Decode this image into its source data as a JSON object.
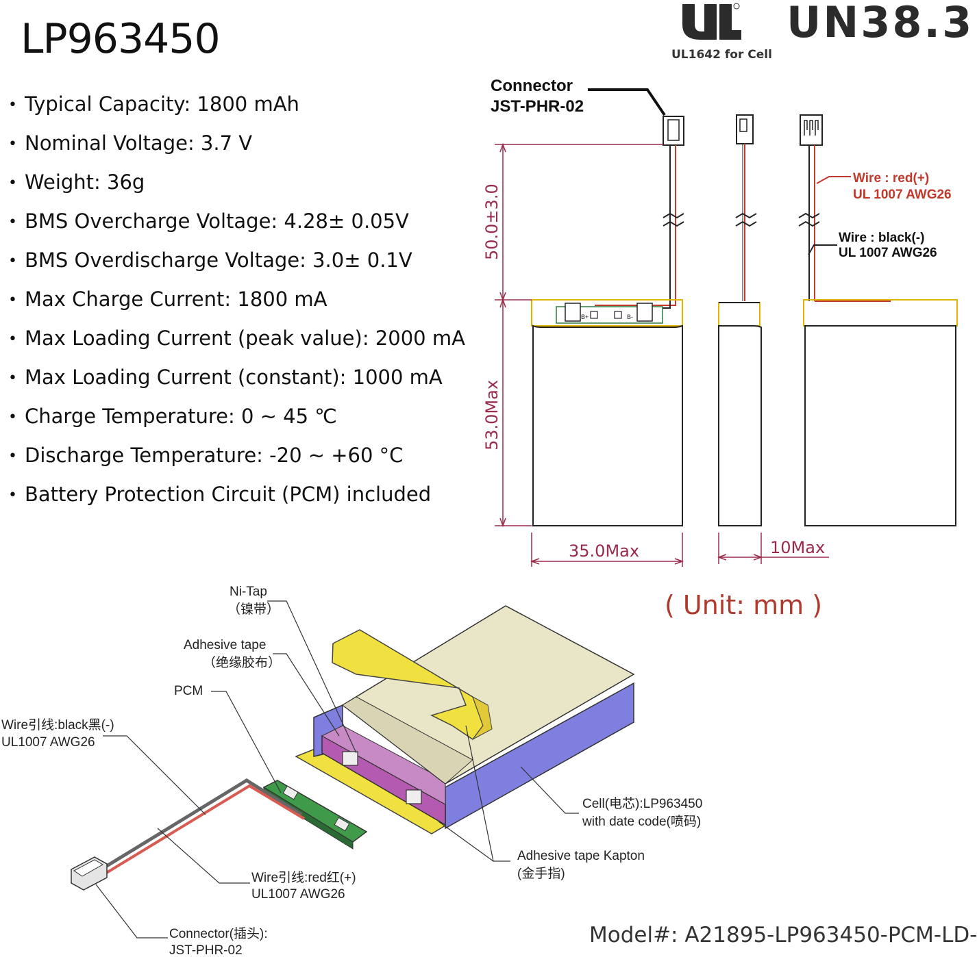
{
  "title": "LP963450",
  "specs": [
    "Typical Capacity: 1800 mAh",
    "Nominal Voltage: 3.7 V",
    "Weight: 36g",
    "BMS Overcharge Voltage: 4.28± 0.05V",
    "BMS Overdischarge Voltage: 3.0± 0.1V",
    "Max Charge Current: 1800 mA",
    "Max Loading Current (peak value): 2000 mA",
    "Max Loading Current (constant): 1000 mA",
    "Charge Temperature: 0 ~ 45 ℃",
    "Discharge Temperature: -20 ~ +60 °C",
    "Battery Protection Circuit (PCM) included"
  ],
  "certs": {
    "un": "UN38.3",
    "ul_note": "UL1642 for Cell"
  },
  "drawing": {
    "connector_label_1": "Connector",
    "connector_label_2": "JST-PHR-02",
    "dim_lead": "50.0±3.0",
    "dim_height": "53.0Max",
    "dim_width": "35.0Max",
    "dim_thickness": "10Max",
    "wire_red_1": "Wire : red(+)",
    "wire_red_2": "UL 1007 AWG26",
    "wire_black_1": "Wire : black(-)",
    "wire_black_2": "UL 1007 AWG26",
    "pcb_b_plus": "B+",
    "pcb_b_minus": "B-"
  },
  "unit": "( Unit: mm )",
  "exploded": {
    "ni_tap_1": "Ni-Tap",
    "ni_tap_2": "（镍带）",
    "adhesive_1": "Adhesive tape",
    "adhesive_2": "（绝缘胶布）",
    "pcm": "PCM",
    "wire_black_1": "Wire引线:black黑(-)",
    "wire_black_2": "UL1007 AWG26",
    "wire_red_1": "Wire引线:red红(+)",
    "wire_red_2": "UL1007 AWG26",
    "connector_1": "Connector(插头):",
    "connector_2": "JST-PHR-02",
    "cell_1": "Cell(电芯):LP963450",
    "cell_2": "with date code(喷码)",
    "kapton_1": "Adhesive tape Kapton",
    "kapton_2": "(金手指)"
  },
  "model": "Model#: A21895-LP963450-PCM-LD-",
  "colors": {
    "dimension": "#9a2a4a",
    "wire_red": "#c0392b",
    "kapton": "#f0e040",
    "pcm_board": "#3f9a4a",
    "cell_side": "#7f7fe0",
    "cell_inner": "#b45ab0",
    "unit_text": "#b03a2e"
  }
}
